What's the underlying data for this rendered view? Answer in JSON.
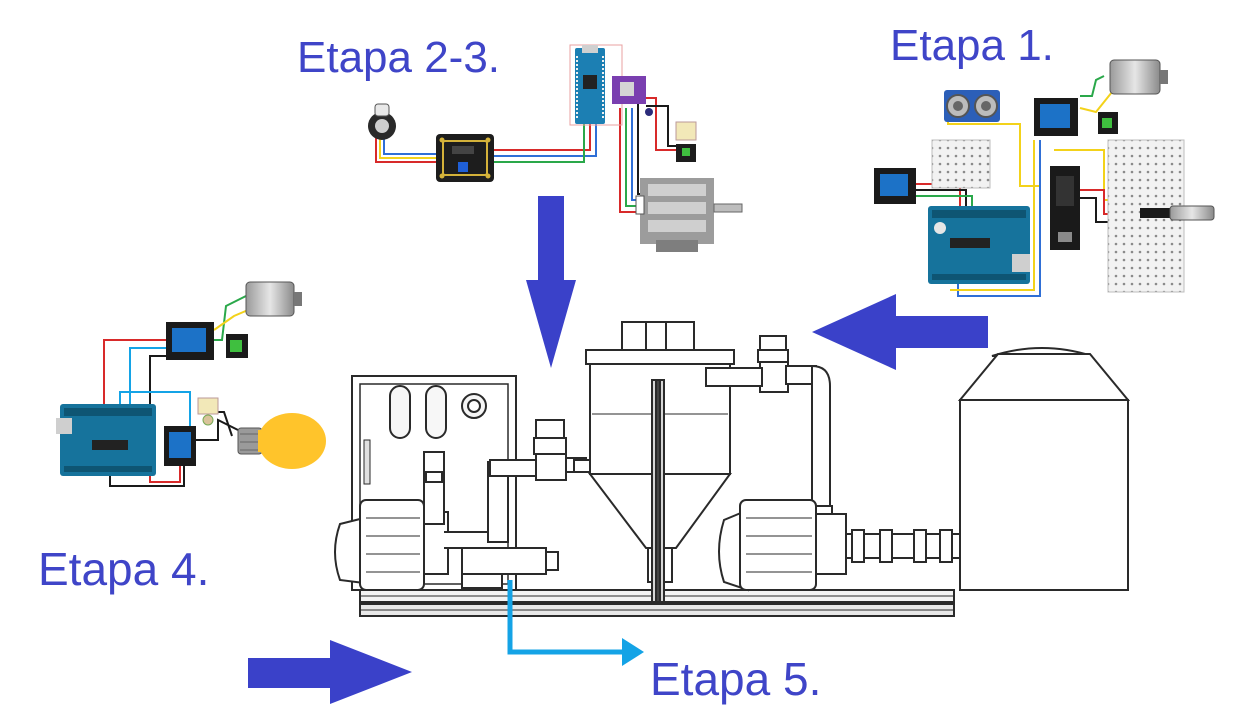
{
  "labels": {
    "stage_1": "Etapa 1.",
    "stage_2_3": "Etapa 2-3.",
    "stage_4": "Etapa 4.",
    "stage_5": "Etapa 5."
  },
  "colors": {
    "label": "#3f45c8",
    "arrow": "#3a41c9",
    "outlet": "#14a3e6",
    "relay": "#1c72c7",
    "arduino": "#16739c",
    "bulb": "#ffc42b",
    "wire_red": "#d82a2a",
    "wire_green": "#2aa84a",
    "wire_yellow": "#f3d21a",
    "wire_blue": "#2f6fd6"
  },
  "icons": [
    "arduino-uno-icon",
    "arduino-nano-icon",
    "relay-module-icon",
    "dc-motor-icon",
    "stepper-motor-icon",
    "ultrasonic-sensor-icon",
    "light-bulb-icon",
    "breadboard-icon",
    "pump-motor-icon",
    "water-tank-icon",
    "hopper-tank-icon",
    "valve-icon"
  ]
}
